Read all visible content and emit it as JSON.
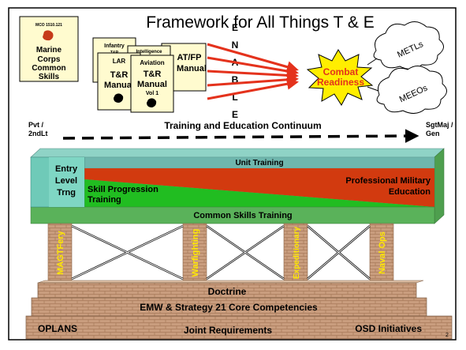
{
  "title": "Framework for All Things T & E",
  "page_number": "2",
  "mcs_manual": {
    "order": "MCO 1510.121",
    "lines": [
      "Marine",
      "Corps",
      "Common",
      "Skills"
    ]
  },
  "manuals": {
    "infantry": [
      "Infantry",
      "T&R"
    ],
    "intelligence": "Intelligence",
    "at_fp": [
      "AT/FP",
      "Manual"
    ],
    "lar": [
      "LAR",
      "T&R",
      "Manual"
    ],
    "aviation": [
      "Aviation",
      "T&R",
      "Manual",
      "Vol 1"
    ]
  },
  "enable_letters": [
    "E",
    "N",
    "A",
    "B",
    "L",
    "E"
  ],
  "combat_readiness": [
    "Combat",
    "Readiness"
  ],
  "clouds": {
    "metls": "METLs",
    "meeos": "MEEOs"
  },
  "continuum": {
    "left": [
      "Pvt /",
      "2ndLt"
    ],
    "right": [
      "SgtMaj /",
      "Gen"
    ],
    "label": "Training and Education Continuum"
  },
  "layers": {
    "entry": [
      "Entry",
      "Level",
      "Trng"
    ],
    "unit": "Unit Training",
    "pme": [
      "Professional Military",
      "Education"
    ],
    "skill": [
      "Skill Progression",
      "Training"
    ],
    "common": "Common Skills Training"
  },
  "pillars": [
    "MAGTFery",
    "Warfighting",
    "Expeditionary",
    "Naval Ops"
  ],
  "foundation": {
    "doctrine": "Doctrine",
    "emw": "EMW & Strategy 21 Core Competencies",
    "oplans": "OPLANS",
    "joint": "Joint Requirements",
    "osd": "OSD Initiatives"
  },
  "colors": {
    "unit_training": "#d23a0f",
    "skill_progression": "#21bd21",
    "teal_layer": "#6fb6ad",
    "common_skills": "#5ab25a",
    "brick": "#caa284",
    "burst": "#ffee00",
    "arrows": "#e4321c"
  }
}
